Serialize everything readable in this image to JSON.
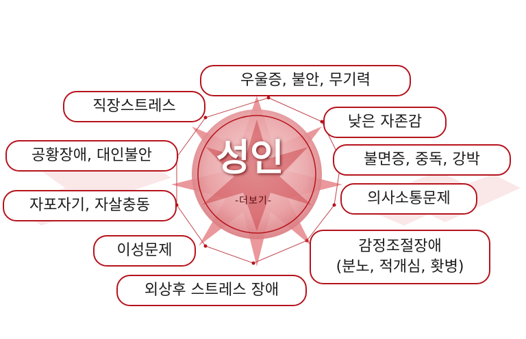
{
  "center": {
    "title": "성인",
    "more_label": "-더보기-"
  },
  "topics": [
    {
      "id": "depression",
      "lines": [
        "우울증, 불안, 무기력"
      ]
    },
    {
      "id": "self-esteem",
      "lines": [
        "낮은 자존감"
      ]
    },
    {
      "id": "insomnia",
      "lines": [
        "불면증, 중독, 강박"
      ]
    },
    {
      "id": "communication",
      "lines": [
        "의사소통문제"
      ]
    },
    {
      "id": "emotion",
      "lines": [
        "감정조절장애",
        "(분노, 적개심, 홧병)"
      ]
    },
    {
      "id": "ptsd",
      "lines": [
        "외상후 스트레스 장애"
      ]
    },
    {
      "id": "sexuality",
      "lines": [
        "이성문제"
      ]
    },
    {
      "id": "self-harm",
      "lines": [
        "자포자기, 자살충동"
      ]
    },
    {
      "id": "panic",
      "lines": [
        "공황장애, 대인불안"
      ]
    },
    {
      "id": "work-stress",
      "lines": [
        "직장스트레스"
      ]
    }
  ],
  "colors": {
    "accent": "#b5121b",
    "center_fill": "#e8a7a9",
    "star": "#d9434a"
  }
}
